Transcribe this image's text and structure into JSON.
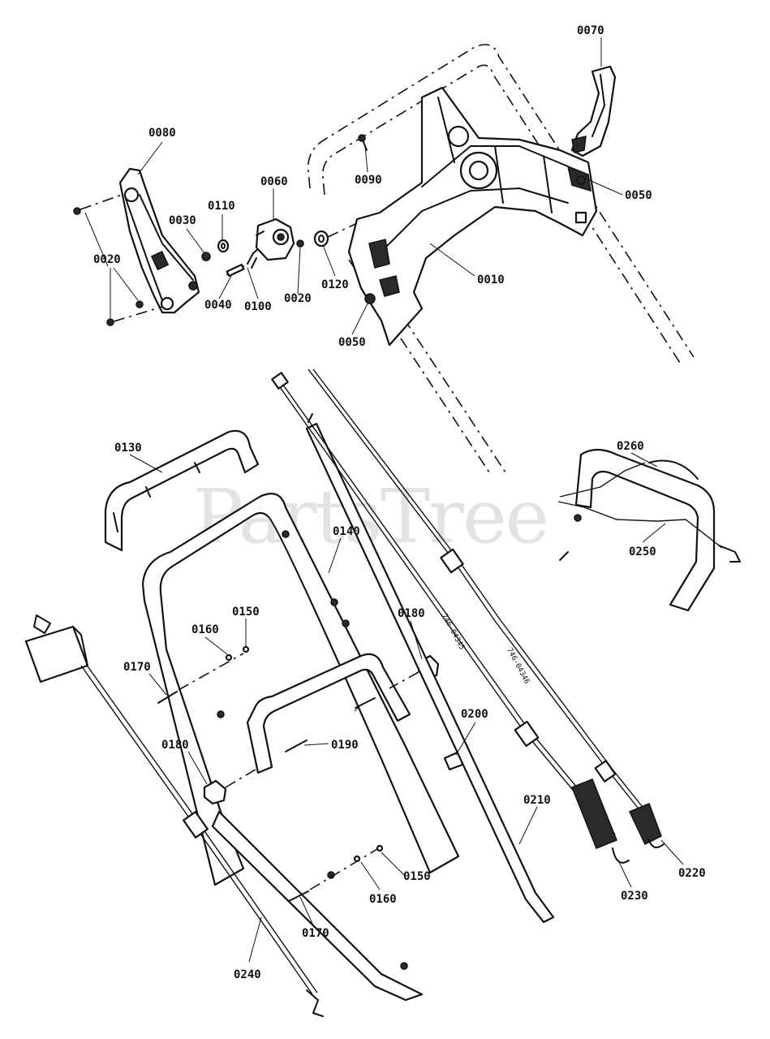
{
  "watermark": "PartsTree",
  "labels": {
    "p0010": "0010",
    "p0020a": "0020",
    "p0020b": "0020",
    "p0030": "0030",
    "p0040": "0040",
    "p0050a": "0050",
    "p0050b": "0050",
    "p0060": "0060",
    "p0070": "0070",
    "p0080": "0080",
    "p0090": "0090",
    "p0100": "0100",
    "p0110": "0110",
    "p0120": "0120",
    "p0130": "0130",
    "p0140": "0140",
    "p0150a": "0150",
    "p0150b": "0150",
    "p0160a": "0160",
    "p0160b": "0160",
    "p0170a": "0170",
    "p0170b": "0170",
    "p0180a": "0180",
    "p0180b": "0180",
    "p0190": "0190",
    "p0200": "0200",
    "p0210": "0210",
    "p0220": "0220",
    "p0230": "0230",
    "p0240": "0240",
    "p0250": "0250",
    "p0260": "0260"
  },
  "cable_print": {
    "c1": "746-04345",
    "c2": "746-04346"
  }
}
